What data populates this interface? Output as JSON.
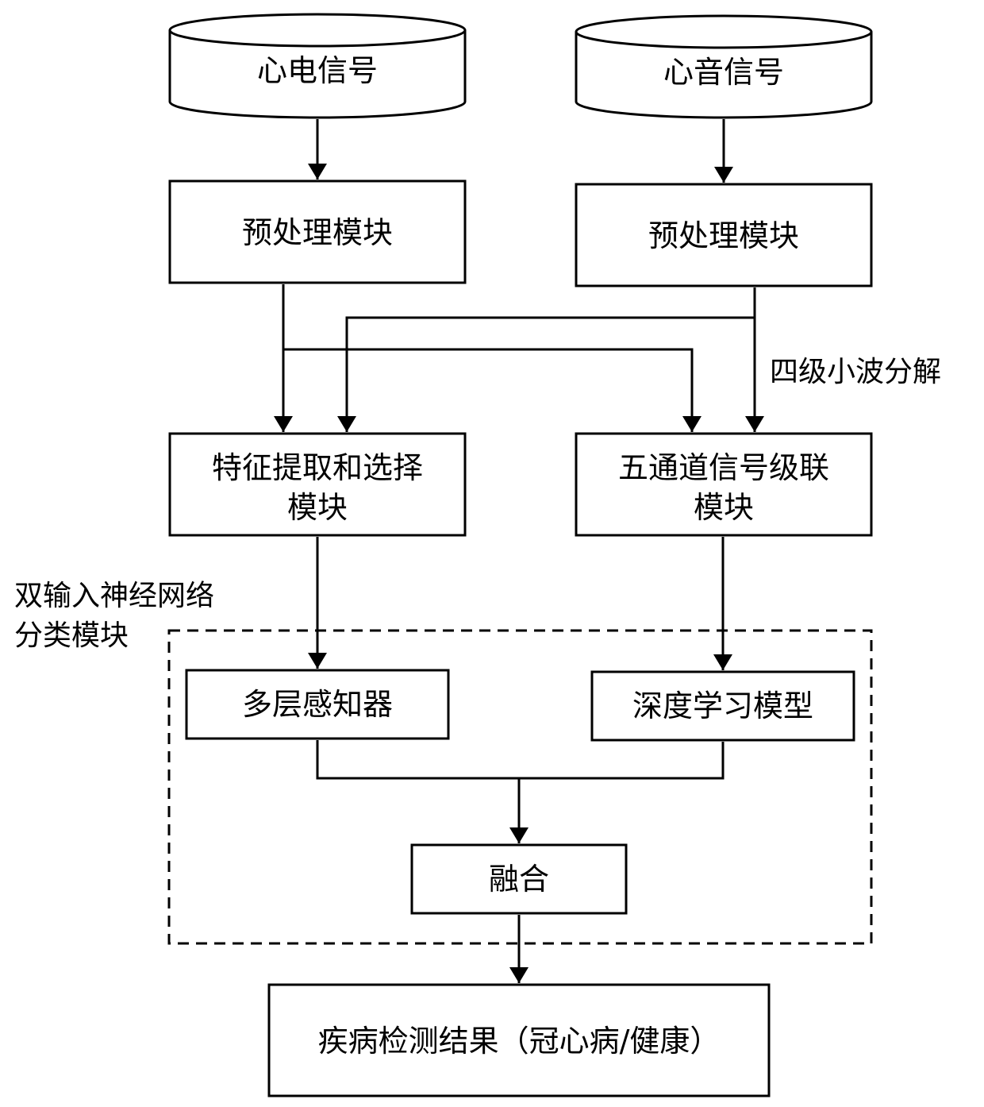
{
  "diagram": {
    "nodes": {
      "ecg_signal": "心电信号",
      "pcg_signal": "心音信号",
      "preprocess_left": "预处理模块",
      "preprocess_right": "预处理模块",
      "feature_module": [
        "特征提取和选择",
        "模块"
      ],
      "cascade_module": [
        "五通道信号级联",
        "模块"
      ],
      "mlp": "多层感知器",
      "deep_model": "深度学习模型",
      "fusion": "融合",
      "result": "疾病检测结果（冠心病/健康）"
    },
    "labels": {
      "wavelet": "四级小波分解",
      "group_title": [
        "双输入神经网络",
        "分类模块"
      ]
    },
    "colors": {
      "stroke": "#000000",
      "background": "#ffffff"
    }
  }
}
